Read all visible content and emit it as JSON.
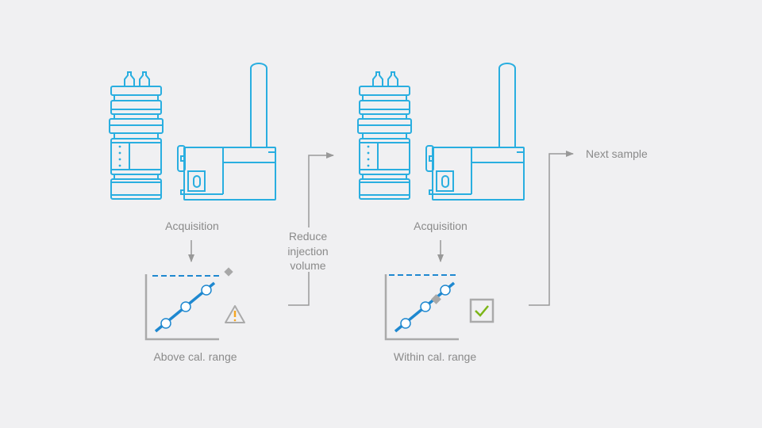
{
  "colors": {
    "instrument": "#29aee0",
    "flow": "#999999",
    "text": "#8a8a8a",
    "curve": "#1e88d0",
    "marker": "#a8a8a8",
    "warning": "#f5a623",
    "check": "#7cb518",
    "background": "#f0f0f2"
  },
  "stages": [
    {
      "label": "Acquisition",
      "result_label": "Above cal. range",
      "status_icon": "warning-icon",
      "sample_position": "above-range"
    },
    {
      "label": "Acquisition",
      "result_label": "Within cal. range",
      "status_icon": "checkbox-checked-icon",
      "sample_position": "within-range"
    }
  ],
  "actions": {
    "reduce": "Reduce\ninjection\nvolume",
    "reduce_lines": [
      "Reduce",
      "injection",
      "volume"
    ],
    "next": "Next sample"
  }
}
